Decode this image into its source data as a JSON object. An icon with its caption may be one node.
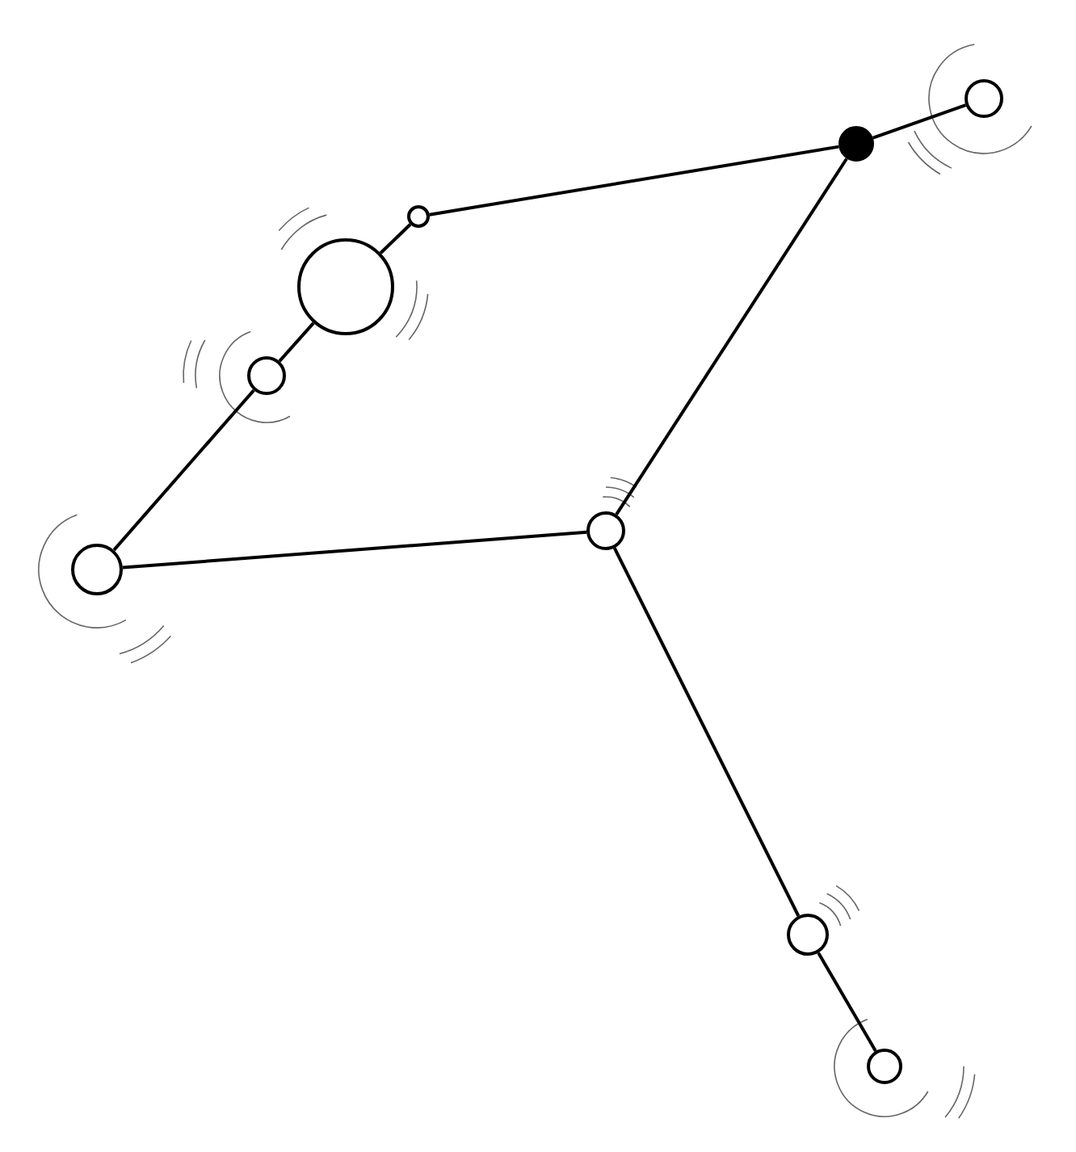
{
  "diagram": {
    "nodes": [
      {
        "text": [],
        "shape": "circle"
      },
      {
        "text": [],
        "shape": "dot"
      },
      {
        "text": [],
        "shape": "circle"
      },
      {
        "text": [],
        "shape": "circle"
      },
      {
        "text": [],
        "shape": "circle"
      },
      {
        "text": [],
        "shape": "circle"
      },
      {
        "text": [],
        "shape": "circle"
      },
      {
        "text": [],
        "shape": "circle"
      },
      {
        "text": [],
        "shape": "circle"
      }
    ],
    "edges": [
      {
        "from": 2,
        "to": 1,
        "arrow": "none"
      },
      {
        "from": 1,
        "to": 0,
        "arrow": "none"
      },
      {
        "from": 2,
        "to": 3,
        "arrow": "none"
      },
      {
        "from": 3,
        "to": 4,
        "arrow": "none"
      },
      {
        "from": 4,
        "to": 6,
        "arrow": "none"
      },
      {
        "from": 6,
        "to": 5,
        "arrow": "none"
      },
      {
        "from": 5,
        "to": 1,
        "arrow": "none"
      },
      {
        "from": 5,
        "to": 7,
        "arrow": "none"
      },
      {
        "from": 7,
        "to": 8,
        "arrow": "none"
      }
    ]
  }
}
